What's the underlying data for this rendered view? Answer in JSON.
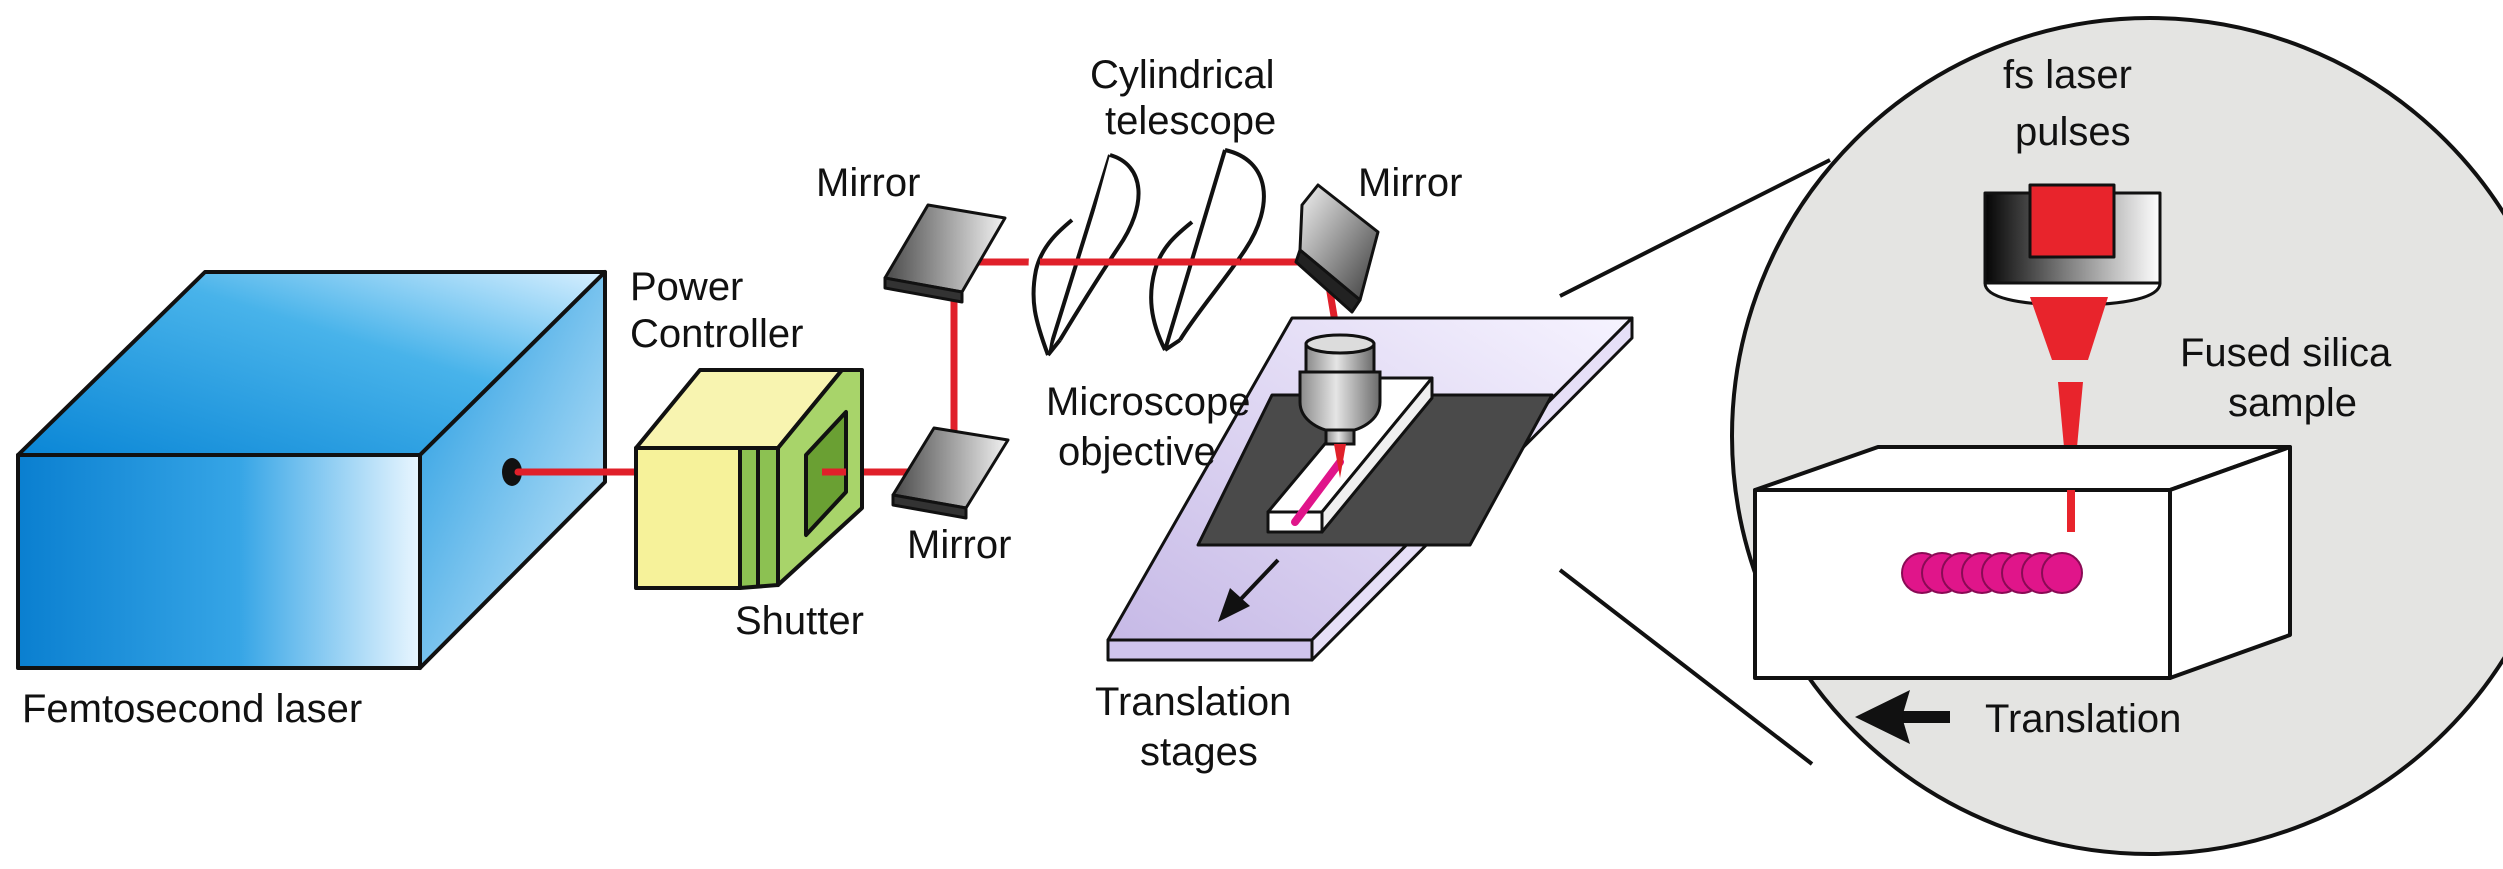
{
  "labels": {
    "femtosecond_laser": "Femtosecond laser",
    "power_controller_line1": "Power",
    "power_controller_line2": "Controller",
    "shutter": "Shutter",
    "mirror_top_left": "Mirror",
    "mirror_bottom": "Mirror",
    "mirror_right": "Mirror",
    "cylindrical_telescope_line1": "Cylindrical",
    "cylindrical_telescope_line2": "telescope",
    "microscope_objective_line1": "Microscope",
    "microscope_objective_line2": "objective",
    "translation_stages_line1": "Translation",
    "translation_stages_line2": "stages",
    "fs_laser_pulses_line1": "fs laser",
    "fs_laser_pulses_line2": "pulses",
    "fused_silica_line1": "Fused silica",
    "fused_silica_line2": "sample",
    "translation": "Translation"
  },
  "colors": {
    "beam": "#e0202a",
    "laser_blue": "#0a8ad6",
    "controller_yellow": "#f6f29a",
    "shutter_green": "#9ccc65",
    "waveguide_magenta": "#e0158a",
    "stage_lilac": "#d9d0ef",
    "stage_dark": "#4a4a4a",
    "zoom_circle_fill": "#e4e4e2",
    "outline": "#111111"
  }
}
